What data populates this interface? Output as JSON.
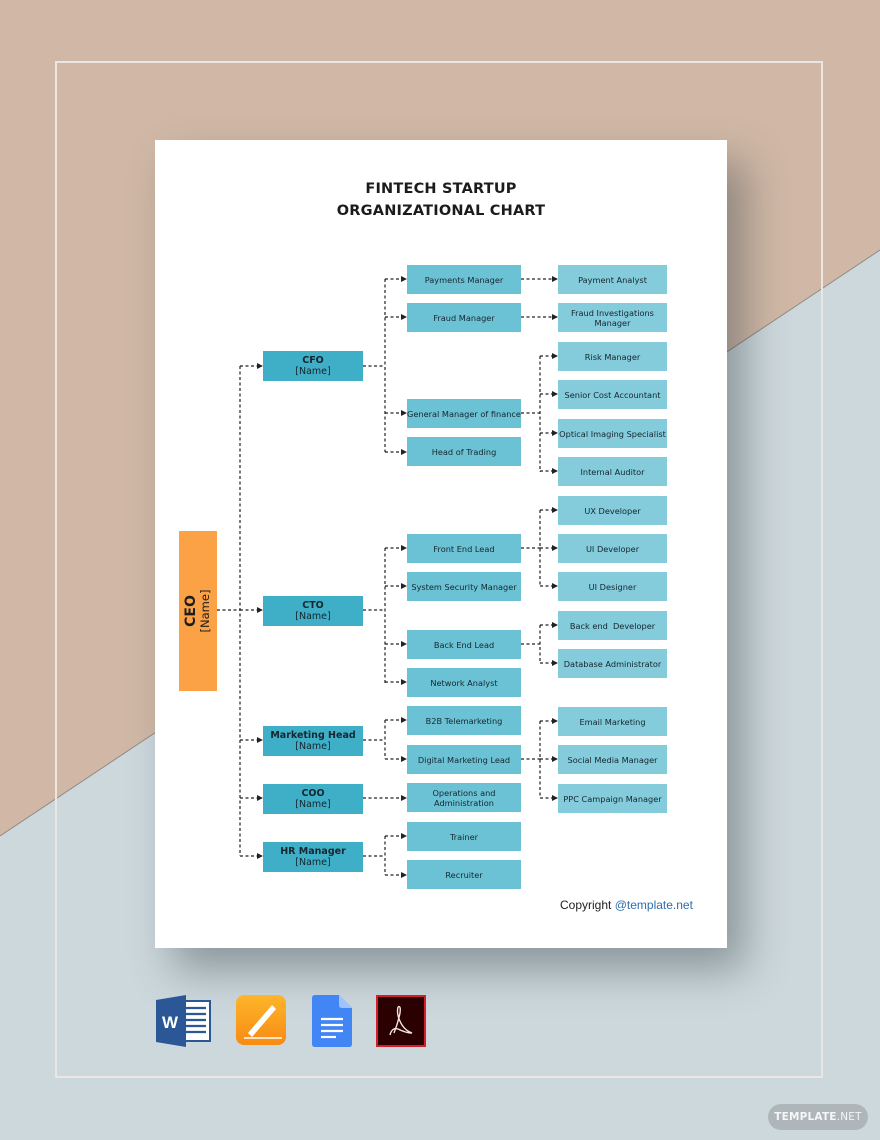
{
  "document": {
    "title_line1": "FINTECH STARTUP",
    "title_line2": "ORGANIZATIONAL CHART",
    "copyright_label": "Copyright",
    "copyright_link": "@template.net"
  },
  "colors": {
    "ceo": "#FBA247",
    "level1": "#3FAEC7",
    "level2": "#6CC2D5",
    "level3": "#84CBDB",
    "background_top": "#D1B8A6",
    "background_bottom": "#CDD8DD",
    "link": "#2D6FAE"
  },
  "chart": {
    "ceo": {
      "title": "CEO",
      "name": "[Name]"
    },
    "executives": [
      {
        "title": "CFO",
        "name": "[Name]"
      },
      {
        "title": "CTO",
        "name": "[Name]"
      },
      {
        "title": "Marketing Head",
        "name": "[Name]"
      },
      {
        "title": "COO",
        "name": "[Name]"
      },
      {
        "title": "HR Manager",
        "name": "[Name]"
      }
    ],
    "level2": [
      {
        "label": "Payments Manager",
        "parent": "CFO"
      },
      {
        "label": "Fraud Manager",
        "parent": "CFO"
      },
      {
        "label": "General Manager of finance",
        "parent": "CFO"
      },
      {
        "label": "Head of Trading",
        "parent": "CFO"
      },
      {
        "label": "Front End Lead",
        "parent": "CTO"
      },
      {
        "label": "System Security Manager",
        "parent": "CTO"
      },
      {
        "label": "Back End Lead",
        "parent": "CTO"
      },
      {
        "label": "Network Analyst",
        "parent": "CTO"
      },
      {
        "label": "B2B Telemarketing",
        "parent": "Marketing Head"
      },
      {
        "label": "Digital Marketing Lead",
        "parent": "Marketing Head"
      },
      {
        "label": "Operations and Administration",
        "parent": "COO"
      },
      {
        "label": "Trainer",
        "parent": "HR Manager"
      },
      {
        "label": "Recruiter",
        "parent": "HR Manager"
      }
    ],
    "level3": [
      {
        "label": "Payment Analyst",
        "parent": "Payments Manager"
      },
      {
        "label": "Fraud Investigations Manager",
        "parent": "Fraud Manager"
      },
      {
        "label": "Risk Manager",
        "parent": "General Manager of finance"
      },
      {
        "label": "Senior Cost Accountant",
        "parent": "General Manager of finance"
      },
      {
        "label": "Optical Imaging Specialist",
        "parent": "General Manager of finance"
      },
      {
        "label": "Internal Auditor",
        "parent": "General Manager of finance"
      },
      {
        "label": "UX Developer",
        "parent": "Front End Lead"
      },
      {
        "label": "UI Developer",
        "parent": "Front End Lead"
      },
      {
        "label": "UI Designer",
        "parent": "Front End Lead"
      },
      {
        "label": "Back end  Developer",
        "parent": "Back End Lead"
      },
      {
        "label": "Database Administrator",
        "parent": "Back End Lead"
      },
      {
        "label": "Email Marketing",
        "parent": "Digital Marketing Lead"
      },
      {
        "label": "Social Media Manager",
        "parent": "Digital Marketing Lead"
      },
      {
        "label": "PPC Campaign Manager",
        "parent": "Digital Marketing Lead"
      }
    ]
  },
  "formats": [
    {
      "name": "Microsoft Word",
      "icon": "word-icon"
    },
    {
      "name": "Apple Pages",
      "icon": "pages-icon"
    },
    {
      "name": "Google Docs",
      "icon": "google-docs-icon"
    },
    {
      "name": "Adobe PDF",
      "icon": "pdf-icon"
    }
  ],
  "watermark": {
    "bold": "TEMPLATE",
    "thin": ".NET"
  }
}
